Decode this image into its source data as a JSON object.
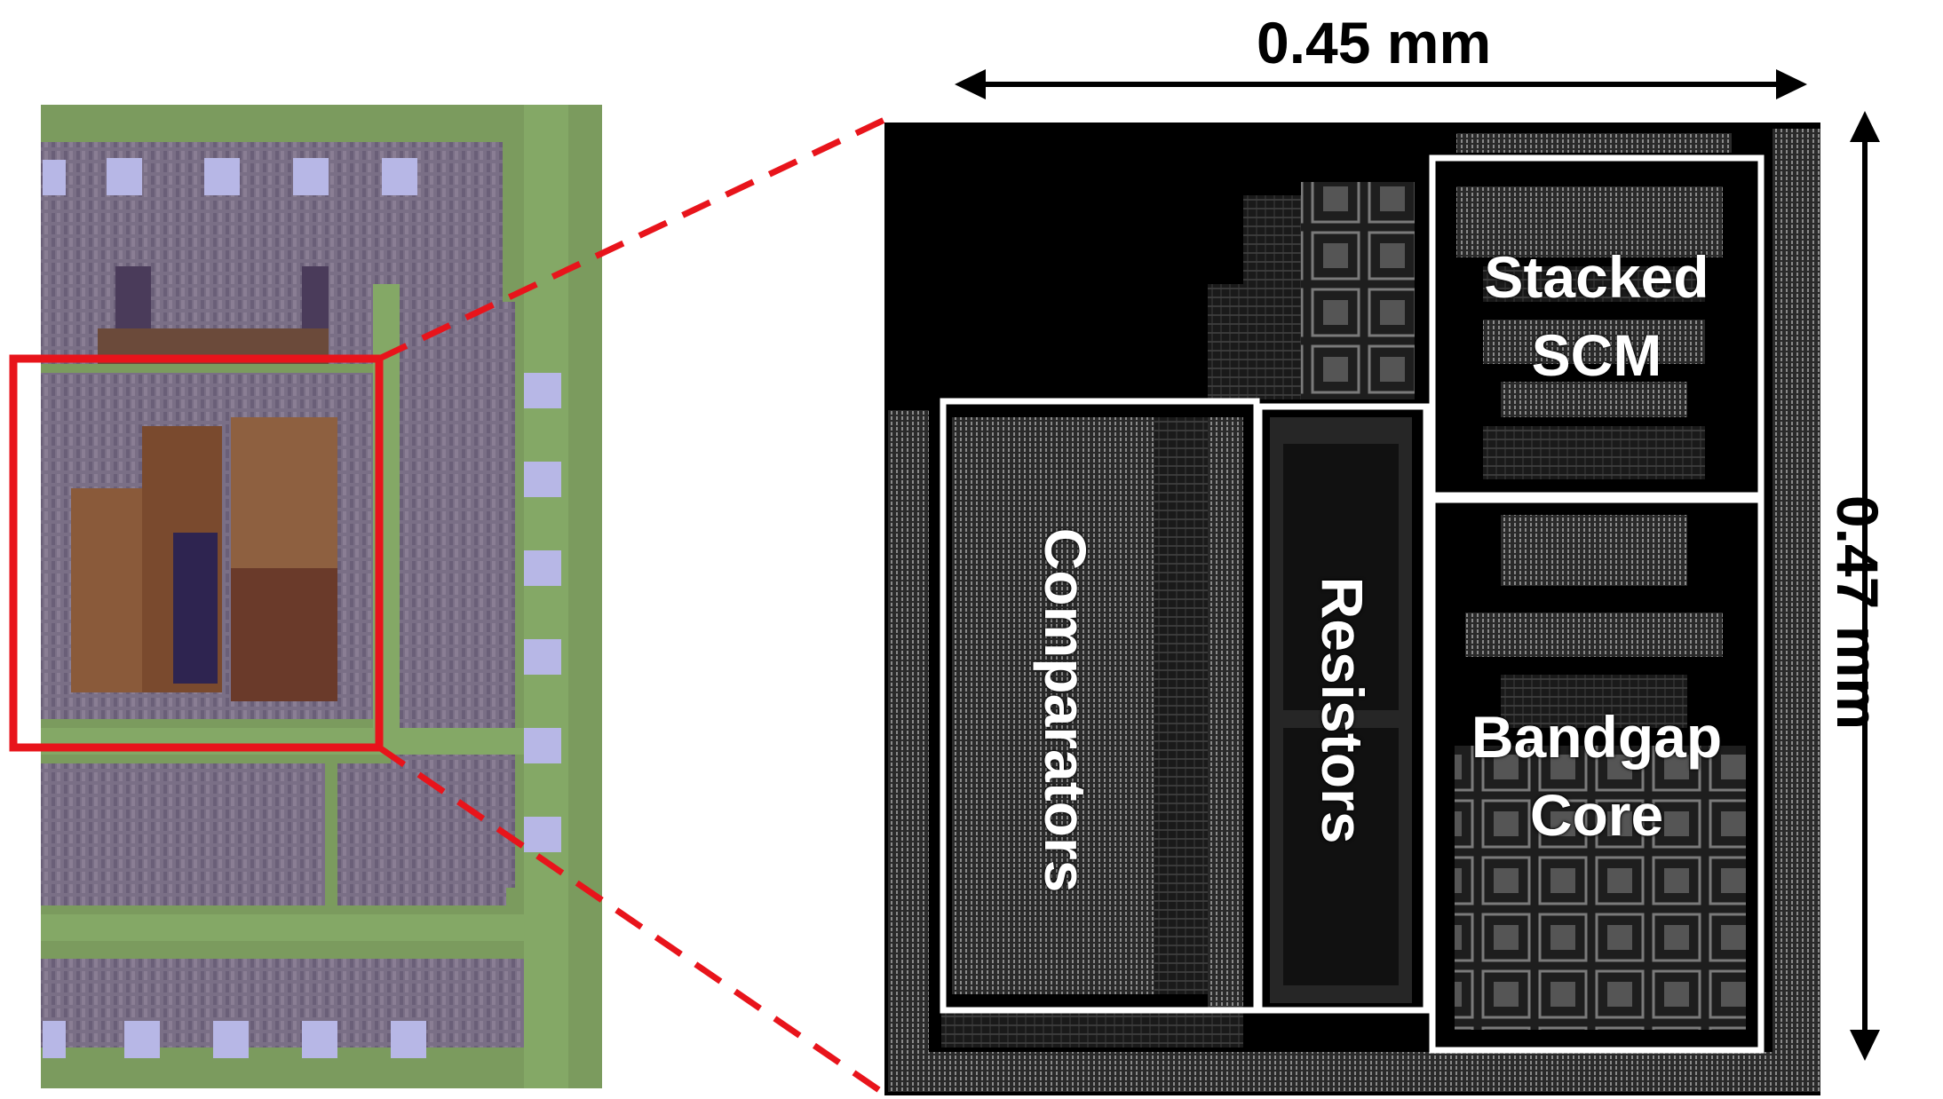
{
  "dimensions": {
    "width_label": "0.45 mm",
    "height_label": "0.47 mm"
  },
  "blocks": {
    "stacked_scm": "Stacked\nSCM",
    "bandgap_core": "Bandgap\nCore",
    "comparators": "Comparators",
    "resistors": "Resistors"
  },
  "colors": {
    "zoom_box": "#e8141b",
    "block_outline": "#ffffff",
    "layout_bg": "#000000",
    "die_green": "#7e9a5c",
    "die_purple": "#7a6f86"
  }
}
